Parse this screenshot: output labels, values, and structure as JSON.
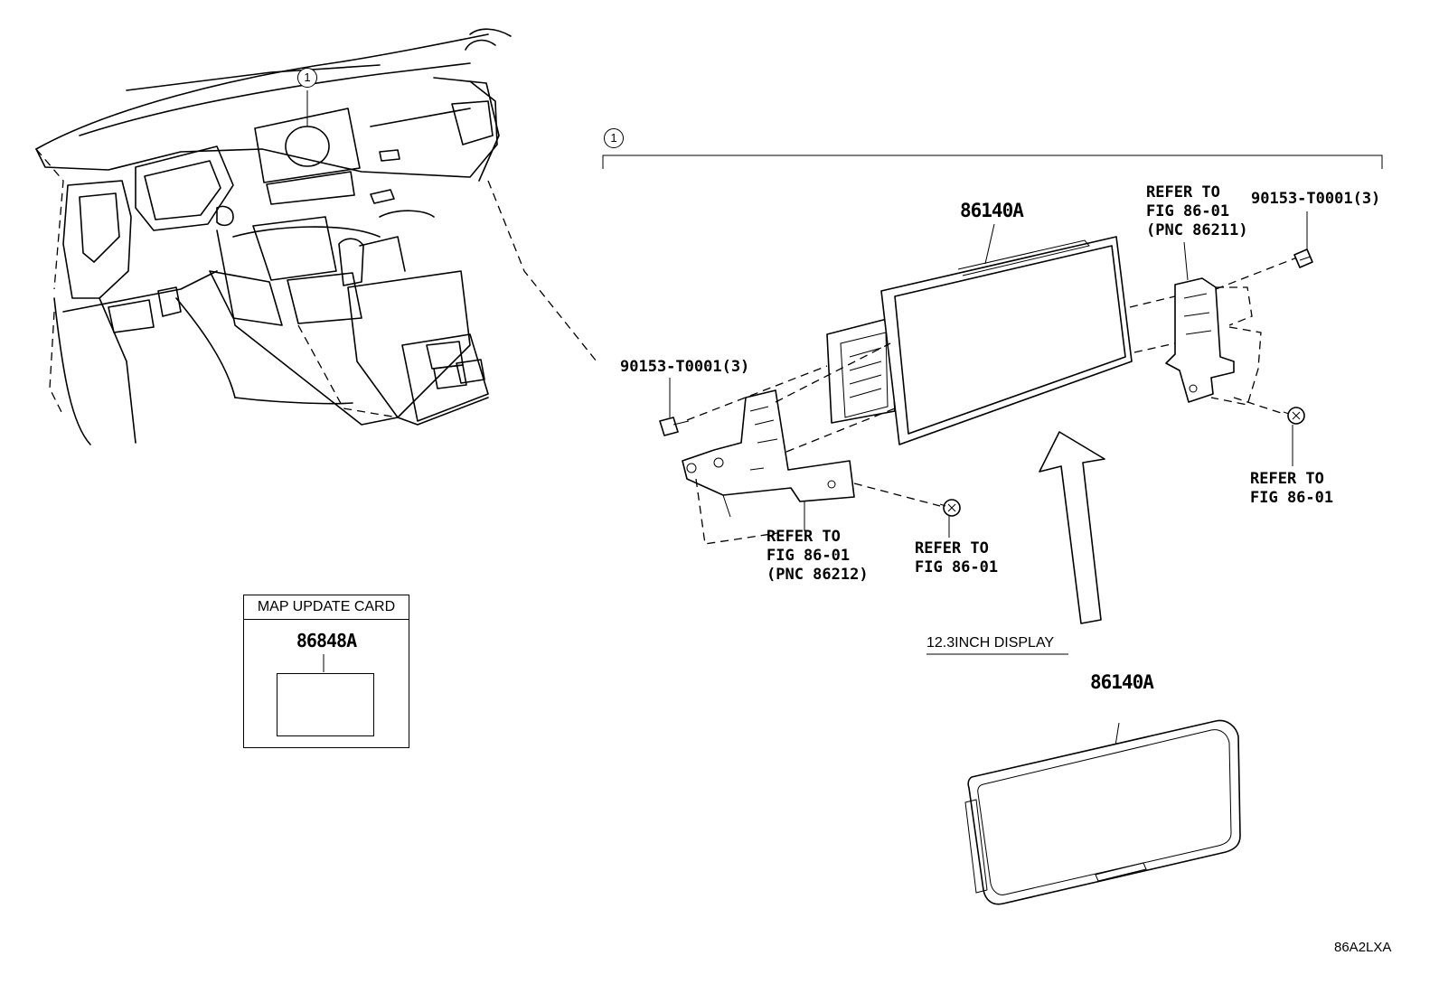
{
  "diagram": {
    "callout_number": "1",
    "labels": {
      "part_main_display": "86140A",
      "part_alt_display": "86140A",
      "screw_left": "90153-T0001(3)",
      "screw_right": "90153-T0001(3)",
      "refer_bracket_right": "REFER TO\nFIG 86-01\n(PNC 86211)",
      "refer_bracket_left": "REFER TO\nFIG 86-01\n(PNC 86212)",
      "refer_screw_bottom": "REFER TO\nFIG 86-01",
      "refer_screw_right": "REFER TO\nFIG 86-01",
      "display_variant": "12.3INCH DISPLAY",
      "diagram_code": "86A2LXA"
    },
    "map_update_card": {
      "title": "MAP UPDATE CARD",
      "part_number": "86848A"
    }
  }
}
